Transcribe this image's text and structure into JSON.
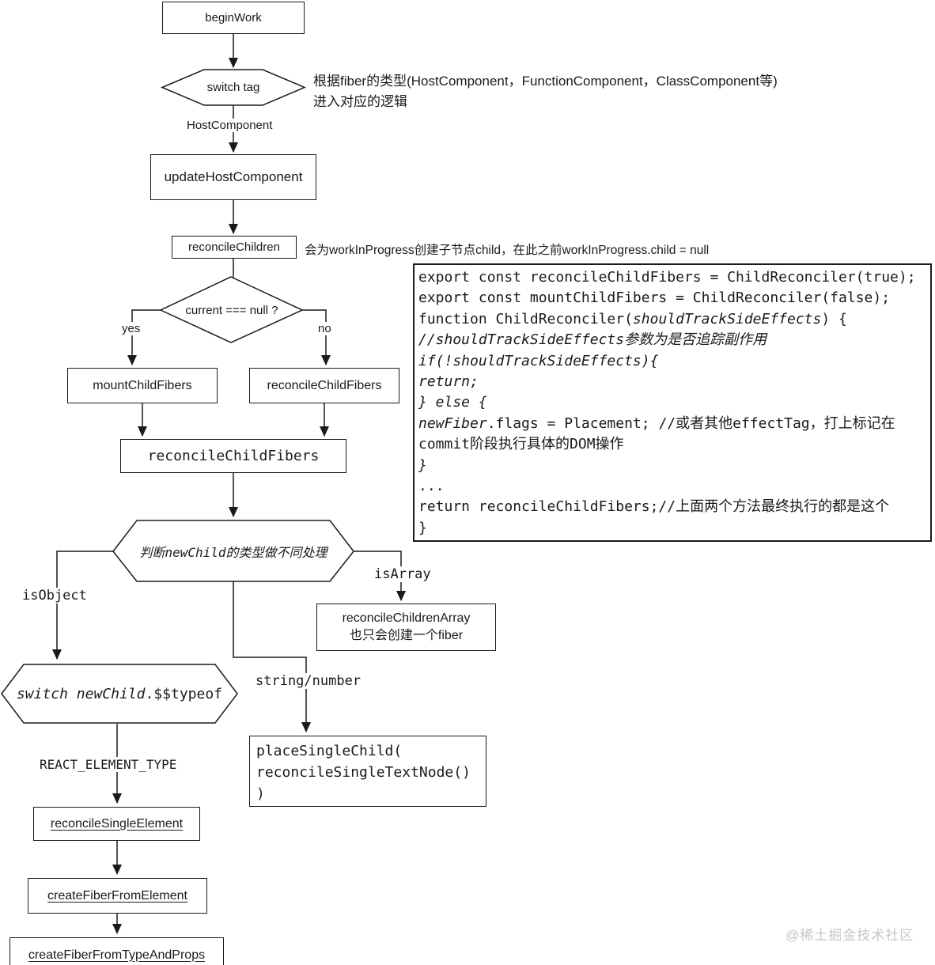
{
  "flowchart": {
    "nodes": {
      "begin_work": "beginWork",
      "switch_tag": "switch tag",
      "update_host_component": "updateHostComponent",
      "reconcile_children": "reconcileChildren",
      "current_null_check": "current === null ?",
      "mount_child_fibers": "mountChildFibers",
      "reconcile_child_fibers": "reconcileChildFibers",
      "reconcile_child_fibers_main": "reconcileChildFibers",
      "judge_new_child": "判断newChild的类型做不同处理",
      "reconcile_children_array_line1": "reconcileChildrenArray",
      "reconcile_children_array_line2": "也只会创建一个fiber",
      "switch_typeof": {
        "italic_part": "switch newChild",
        "regular_part": ".$$typeof"
      },
      "place_single_child": [
        "placeSingleChild(",
        "reconcileSingleTextNode()",
        ")"
      ],
      "reconcile_single_element": "reconcileSingleElement",
      "create_fiber_from_element": "createFiberFromElement",
      "create_fiber_from_type_and_props": "createFiberFromTypeAndProps"
    },
    "edge_labels": {
      "host_component": "HostComponent",
      "yes": "yes",
      "no": "no",
      "is_object": "isObject",
      "is_array": "isArray",
      "string_number": "string/number",
      "react_element_type": "REACT_ELEMENT_TYPE"
    },
    "annotations": {
      "switch_tag_line1": "根据fiber的类型(HostComponent，FunctionComponent，ClassComponent等)",
      "switch_tag_line2": "进入对应的逻辑",
      "reconcile_children": "会为workInProgress创建子节点child，在此之前workInProgress.child = null"
    }
  },
  "code_panel": {
    "lines": [
      [
        {
          "t": "export const reconcileChildFibers = ChildReconciler(true);",
          "i": false
        }
      ],
      [
        {
          "t": "export const mountChildFibers = ChildReconciler(false);",
          "i": false
        }
      ],
      [
        {
          "t": "function ChildReconciler(",
          "i": false
        },
        {
          "t": "shouldTrackSideEffects",
          "i": true
        },
        {
          "t": ") {",
          "i": false
        }
      ],
      [
        {
          "t": "//shouldTrackSideEffects参数为是否追踪副作用",
          "i": true
        }
      ],
      [
        {
          "t": "if(!shouldTrackSideEffects){",
          "i": true
        }
      ],
      [
        {
          "t": "return;",
          "i": true
        }
      ],
      [
        {
          "t": "} else {",
          "i": true
        }
      ],
      [
        {
          "t": "newFiber",
          "i": true
        },
        {
          "t": ".flags = Placement; //或者其他effectTag，打上标记在",
          "i": false
        }
      ],
      [
        {
          "t": "commit阶段执行具体的DOM操作",
          "i": false
        }
      ],
      [
        {
          "t": "}",
          "i": true
        }
      ],
      [
        {
          "t": "...",
          "i": false
        }
      ],
      [
        {
          "t": "return reconcileChildFibers;//上面两个方法最终执行的都是这个",
          "i": false
        }
      ],
      [
        {
          "t": "}",
          "i": false
        }
      ]
    ]
  },
  "watermark": "@稀土掘金技术社区",
  "colors": {
    "line": "#1a1a1a",
    "box_background": "#ffffff",
    "watermark": "#c6c6c6"
  }
}
